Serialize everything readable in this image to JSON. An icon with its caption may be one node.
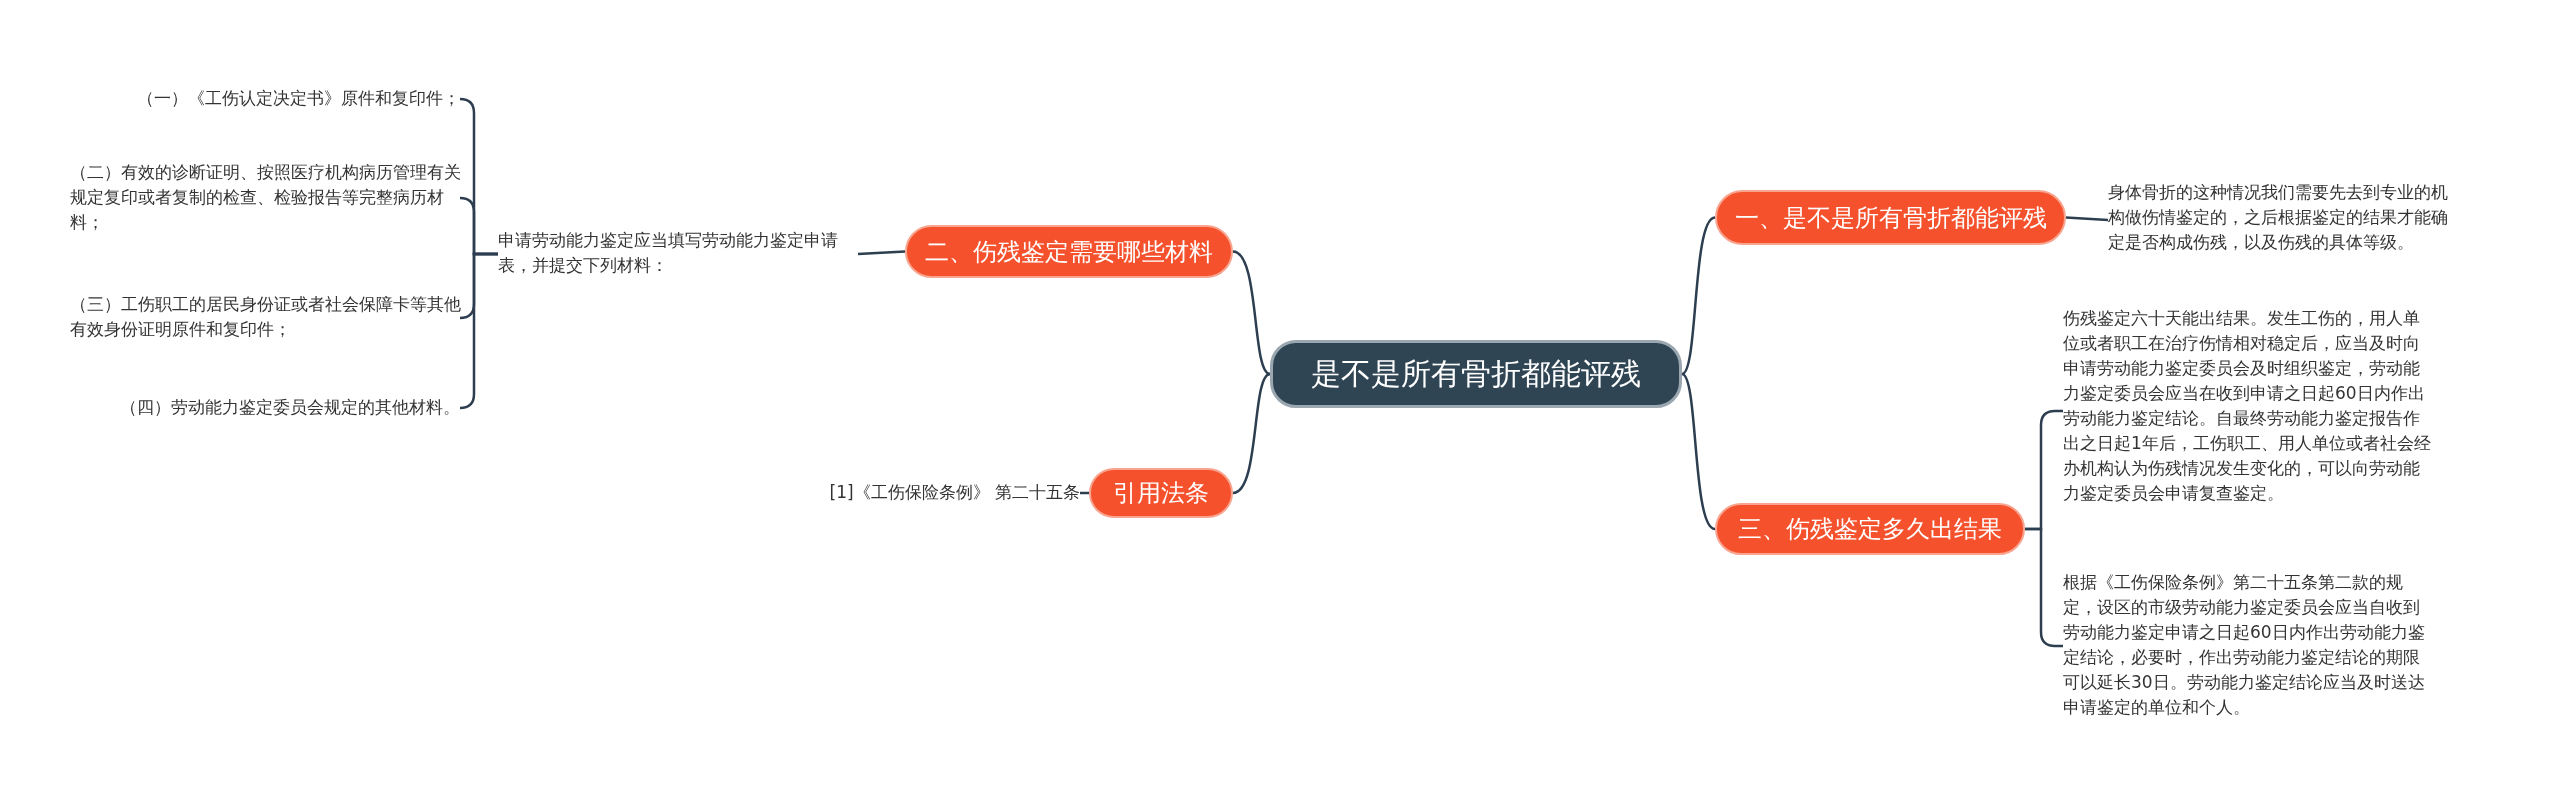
{
  "diagram": {
    "nodes": [
      {
        "text": [
          "是不是所有骨折都能评残"
        ]
      },
      {
        "text": [
          "一、是不是所有骨折都能评残"
        ]
      },
      {
        "text": [
          "身体骨折的这种情况我们需要先去到专业的机构做伤情鉴定的，之后根据鉴定的结果才能确定是否构成伤残，以及伤残的具体等级。"
        ]
      },
      {
        "text": [
          "二、伤残鉴定需要哪些材料"
        ]
      },
      {
        "text": [
          "申请劳动能力鉴定应当填写劳动能力鉴定申请表，并提交下列材料："
        ]
      },
      {
        "text": [
          "（一）《工伤认定决定书》原件和复印件；"
        ]
      },
      {
        "text": [
          "（二）有效的诊断证明、按照医疗机构病历管理有关规定复印或者复制的检查、检验报告等完整病历材料；"
        ]
      },
      {
        "text": [
          "（三）工伤职工的居民身份证或者社会保障卡等其他有效身份证明原件和复印件；"
        ]
      },
      {
        "text": [
          "（四）劳动能力鉴定委员会规定的其他材料。"
        ]
      },
      {
        "text": [
          "引用法条"
        ]
      },
      {
        "text": [
          "[1]《工伤保险条例》 第二十五条"
        ]
      },
      {
        "text": [
          "三、伤残鉴定多久出结果"
        ]
      },
      {
        "text": [
          "伤残鉴定六十天能出结果。发生工伤的，用人单位或者职工在治疗伤情相对稳定后，应当及时向申请劳动能力鉴定委员会及时组织鉴定，劳动能力鉴定委员会应当在收到申请之日起60日内作出劳动能力鉴定结论。自最终劳动能力鉴定报告作出之日起1年后，工伤职工、用人单位或者社会经办机构认为伤残情况发生变化的，可以向劳动能力鉴定委员会申请复查鉴定。"
        ]
      },
      {
        "text": [
          "根据《工伤保险条例》第二十五条第二款的规定，设区的市级劳动能力鉴定委员会应当自收到劳动能力鉴定申请之日起60日内作出劳动能力鉴定结论，必要时，作出劳动能力鉴定结论的期限可以延长30日。劳动能力鉴定结论应当及时送达申请鉴定的单位和个人。"
        ]
      }
    ],
    "edges": [
      {
        "from": 0,
        "to": 1,
        "arrow": "none"
      },
      {
        "from": 1,
        "to": 2,
        "arrow": "none"
      },
      {
        "from": 0,
        "to": 3,
        "arrow": "none"
      },
      {
        "from": 3,
        "to": 4,
        "arrow": "none"
      },
      {
        "from": 4,
        "to": 5,
        "arrow": "none"
      },
      {
        "from": 4,
        "to": 6,
        "arrow": "none"
      },
      {
        "from": 4,
        "to": 7,
        "arrow": "none"
      },
      {
        "from": 4,
        "to": 8,
        "arrow": "none"
      },
      {
        "from": 0,
        "to": 9,
        "arrow": "none"
      },
      {
        "from": 9,
        "to": 10,
        "arrow": "none"
      },
      {
        "from": 0,
        "to": 11,
        "arrow": "none"
      },
      {
        "from": 11,
        "to": 12,
        "arrow": "none"
      },
      {
        "from": 11,
        "to": 13,
        "arrow": "none"
      }
    ]
  }
}
